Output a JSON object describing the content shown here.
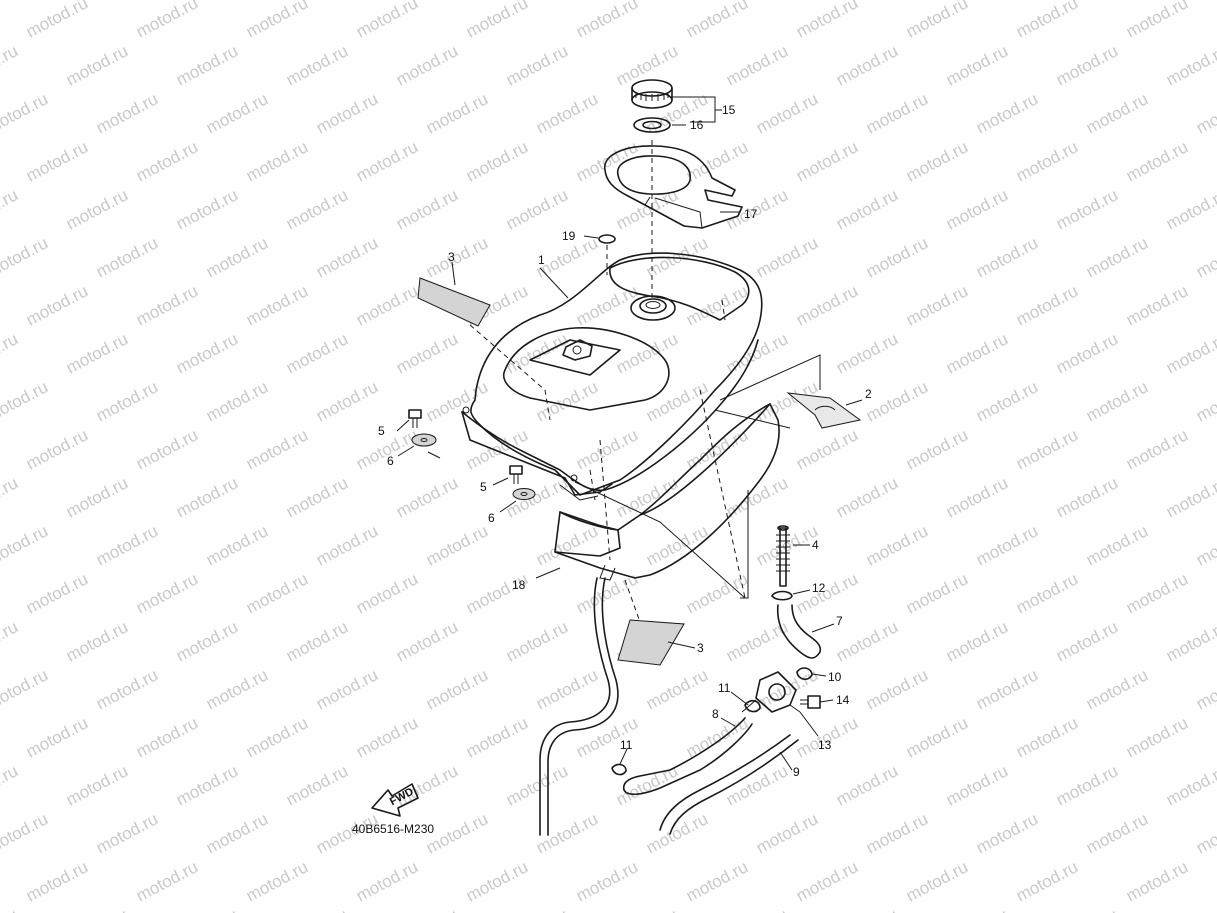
{
  "watermark": {
    "text": "motod.ru",
    "color": "#c9c9c9"
  },
  "diagram_code": "40B6516-M230",
  "fwd_label": "FWD",
  "callouts": [
    "1",
    "2",
    "3",
    "3",
    "4",
    "5",
    "5",
    "6",
    "6",
    "7",
    "8",
    "9",
    "10",
    "11",
    "11",
    "12",
    "13",
    "14",
    "15",
    "16",
    "17",
    "18",
    "19"
  ]
}
